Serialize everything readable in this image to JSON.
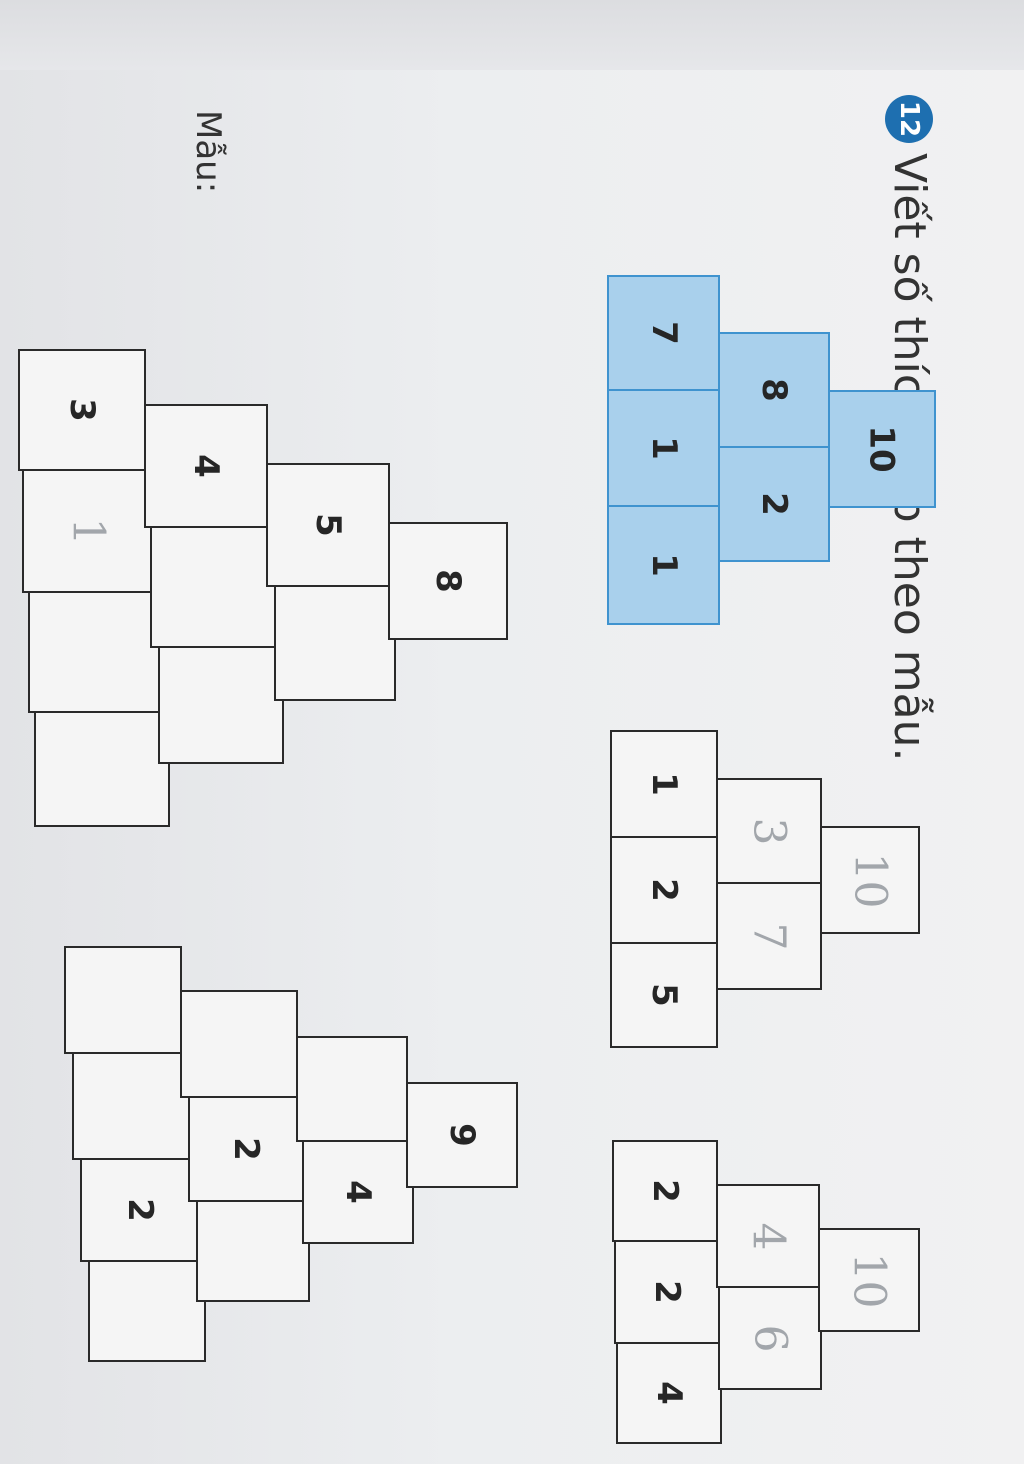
{
  "task": {
    "number": "12",
    "title": "Viết số thích hợp theo mẫu."
  },
  "sample_label": "Mẫu:",
  "sample": {
    "col1": [
      "7",
      "1",
      "1"
    ],
    "col2": [
      "8",
      "2"
    ],
    "col3": [
      "10"
    ]
  },
  "big_pyramid": {
    "col1": [
      "3",
      "1",
      "",
      ""
    ],
    "col2": [
      "4",
      "",
      ""
    ],
    "col3": [
      "5",
      ""
    ],
    "col4": [
      "8"
    ]
  },
  "pyramid_b": {
    "col1": [
      "1",
      "2",
      "5"
    ],
    "col2": [
      "3",
      "7"
    ],
    "col3": [
      "10"
    ]
  },
  "pyramid_c": {
    "col1": [
      "",
      "",
      "2",
      ""
    ],
    "col2": [
      "",
      "2",
      ""
    ],
    "col3": [
      "",
      "4"
    ],
    "col4": [
      "9"
    ]
  },
  "pyramid_d": {
    "col1": [
      "2",
      "2",
      "4"
    ],
    "col2": [
      "4",
      "6"
    ],
    "col3": [
      "10"
    ]
  }
}
